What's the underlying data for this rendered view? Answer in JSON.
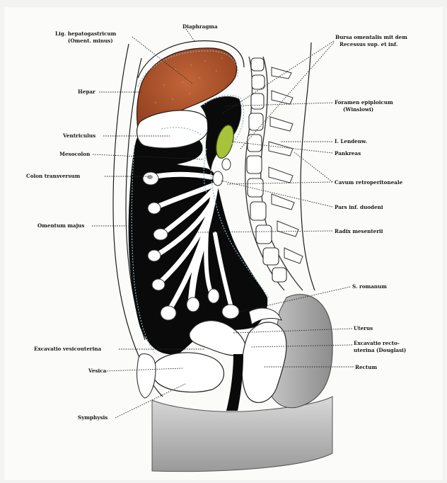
{
  "figure": {
    "labels": {
      "diaphragma": "Diaphragma",
      "lig_line1": "Lig. hepatogastricum",
      "lig_line2": "(Oment. minus)",
      "hepar": "Hepar",
      "ventriculus": "Ventriculus",
      "mesocolon": "Mesocolon",
      "colon_transversum": "Colon transversum",
      "omentum_majus": "Omentum majus",
      "excavatio_vesicouterina": "Excavatio vesicouterina",
      "vesica": "Vesica",
      "symphysis": "Symphysis",
      "bursa_line1": "Bursa omentalis mit dem",
      "bursa_line2": "Recessus sup. et inf.",
      "foramen_line1": "Foramen epiploicum",
      "foramen_line2": "(Winslowi)",
      "lendenw": "I. Lendenw.",
      "pankreas": "Pankreas",
      "cavum": "Cavum retroperitoneale",
      "pars_inf": "Pars inf. duodeni",
      "radix": "Radix mesenterii",
      "s_romanum": "S. romanum",
      "uterus": "Uterus",
      "excavatio_recto_line1": "Excavatio recto-",
      "excavatio_recto_line2": "uterina (Douglasi)",
      "rectum": "Rectum"
    },
    "colors": {
      "liver": "#b0532a",
      "pancreas": "#a9c23c",
      "peritoneum": "#8fb4c6",
      "cavity": "#0a0a0a",
      "skin": "#bdbdbd"
    }
  }
}
